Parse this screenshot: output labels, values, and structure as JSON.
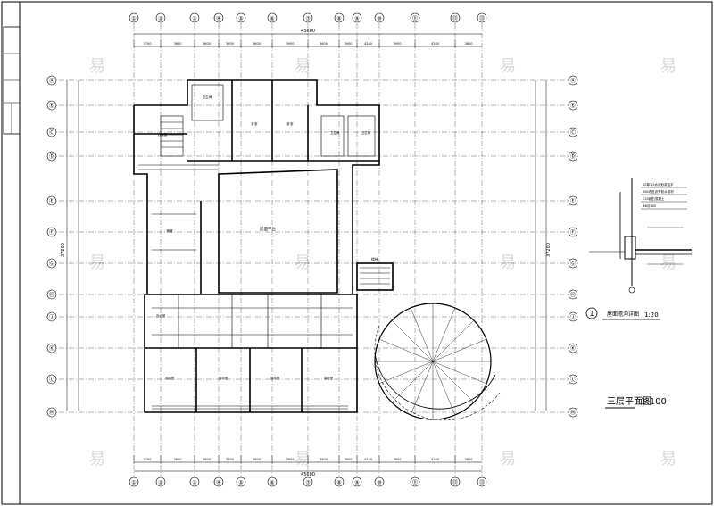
{
  "drawing": {
    "main_title": "三层平面图",
    "main_scale": "1:100",
    "detail_number": "1",
    "detail_title": "屋面檐沟详图",
    "detail_scale": "1:20",
    "hall_label": "屋面平台",
    "stair_label": "楼梯",
    "room_labels": [
      "活动室",
      "活动室",
      "活动室",
      "活动室",
      "卫生间",
      "卫生间",
      "卧室",
      "卧室",
      "储藏",
      "办公室",
      "办公室",
      "卫生间"
    ],
    "watermark": "易"
  },
  "axes": {
    "top": [
      "①",
      "②",
      "③",
      "④",
      "⑤",
      "⑥",
      "⑦",
      "⑧",
      "⑨",
      "⑩",
      "⑪",
      "⑫",
      "⑬"
    ],
    "left": [
      "Ⓐ",
      "Ⓑ",
      "Ⓒ",
      "Ⓓ",
      "Ⓔ",
      "Ⓕ",
      "Ⓖ",
      "Ⓗ",
      "Ⓙ",
      "Ⓚ",
      "Ⓛ",
      "Ⓜ"
    ],
    "right": [
      "Ⓐ",
      "Ⓑ",
      "Ⓒ",
      "Ⓓ",
      "Ⓔ",
      "Ⓕ",
      "Ⓖ",
      "Ⓗ",
      "Ⓙ",
      "Ⓚ",
      "Ⓛ",
      "Ⓜ"
    ]
  },
  "dimensions": {
    "top_total": "45600",
    "bottom_total": "45600",
    "top_segments": [
      "3700",
      "3600",
      "3600",
      "3900",
      "3600",
      "3900",
      "3600",
      "3900",
      "4200",
      "3900",
      "4200",
      "3600"
    ],
    "bottom_segments": [
      "3700",
      "3600",
      "3600",
      "3900",
      "3600",
      "3900",
      "3600",
      "3900",
      "4200",
      "3900",
      "4200",
      "3600"
    ],
    "left_total": "37200",
    "right_total": "37200"
  },
  "detail_notes": [
    "20厚1:2水泥砂浆找平",
    "SBS改性沥青防水卷材",
    "C20细石混凝土",
    "Φ6@200"
  ]
}
